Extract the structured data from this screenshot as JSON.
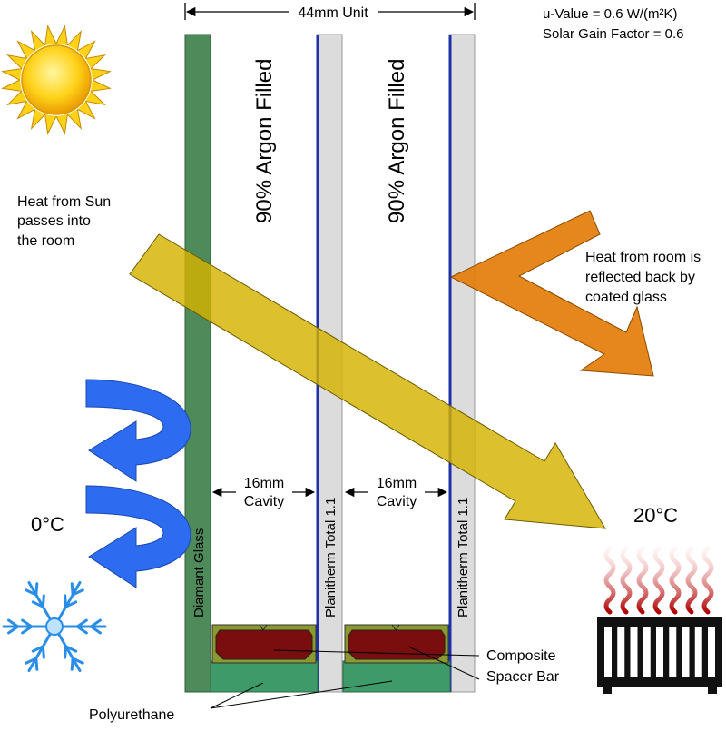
{
  "header": {
    "unit_width": "44mm Unit",
    "u_value": "u-Value = 0.6 W/(m²K)",
    "solar_gain": "Solar Gain Factor = 0.6"
  },
  "cavities": {
    "left_gas": "90% Argon Filled",
    "right_gas": "90% Argon Filled",
    "left_size": "16mm",
    "left_label": "Cavity",
    "right_size": "16mm",
    "right_label": "Cavity"
  },
  "panes": {
    "outer": "Diamant Glass",
    "middle": "Planitherm Total 1.1",
    "inner": "Planitherm Total 1.1"
  },
  "annotations": {
    "sun_line1": "Heat from Sun",
    "sun_line2": "passes into",
    "sun_line3": "the room",
    "room_line1": "Heat from room is",
    "room_line2": "reflected back by",
    "room_line3": "coated glass",
    "outside_temp": "0°C",
    "inside_temp": "20°C",
    "spacer_line1": "Composite",
    "spacer_line2": "Spacer Bar",
    "polyurethane": "Polyurethane"
  },
  "colors": {
    "outer_glass": "#4e8a5a",
    "coated_glass": "#dcdcdc",
    "coating": "#1f2fa8",
    "solar_arrow": "#d4b200",
    "room_heat_arrow": "#e37d09",
    "cold_air_arrow": "#2d6cf0",
    "spacer_fill": "#7a0d0d",
    "polyurethane": "#3f9a6a"
  }
}
